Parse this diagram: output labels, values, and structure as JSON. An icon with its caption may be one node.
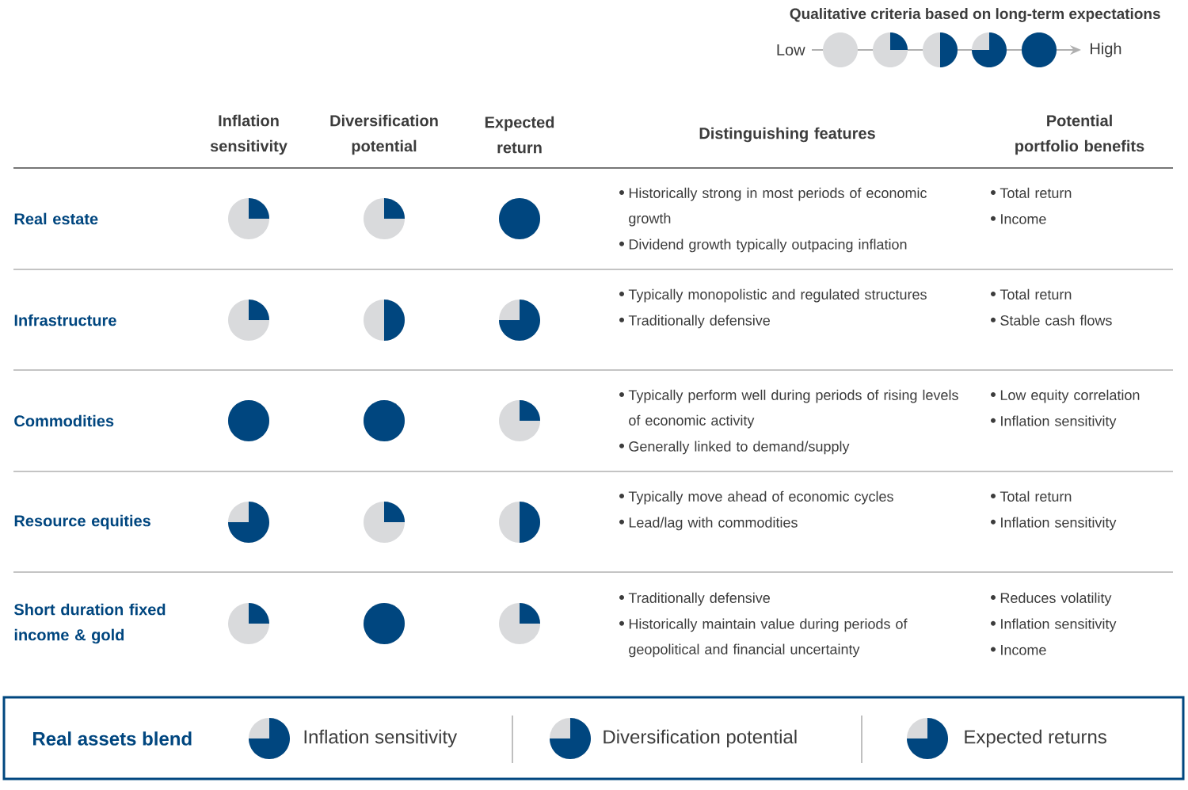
{
  "diagram": {
    "nodes": [
      {
        "text": [
          "Real assets blend",
          "Inflation sensitivity",
          "Diversification potential",
          "Expected returns"
        ]
      }
    ],
    "labels": [
      "Qualitative criteria based on long-term expectations",
      "Low",
      "High",
      "Inflation sensitivity",
      "Diversification potential",
      "Expected return",
      "Distinguishing features",
      "Potential portfolio benefits",
      "Real estate",
      "Historically strong in most periods of economic growth",
      "Dividend growth typically outpacing inflation",
      "Total return",
      "Income",
      "Infrastructure",
      "Typically monopolistic and regulated structures",
      "Traditionally defensive",
      "Total return",
      "Stable cash flows",
      "Commodities",
      "Typically perform well during periods of rising levels of economic activity",
      "Generally linked to demand/supply",
      "Low equity correlation",
      "Inflation sensitivity",
      "Resource equities",
      "Typically move ahead of economic cycles",
      "Lead/lag with commodities",
      "Total return",
      "Inflation sensitivity",
      "Short duration fixed income & gold",
      "Traditionally defensive",
      "Historically maintain value during periods of geopolitical and financial uncertainty",
      "Reduces volatility",
      "Inflation sensitivity",
      "Income"
    ]
  }
}
